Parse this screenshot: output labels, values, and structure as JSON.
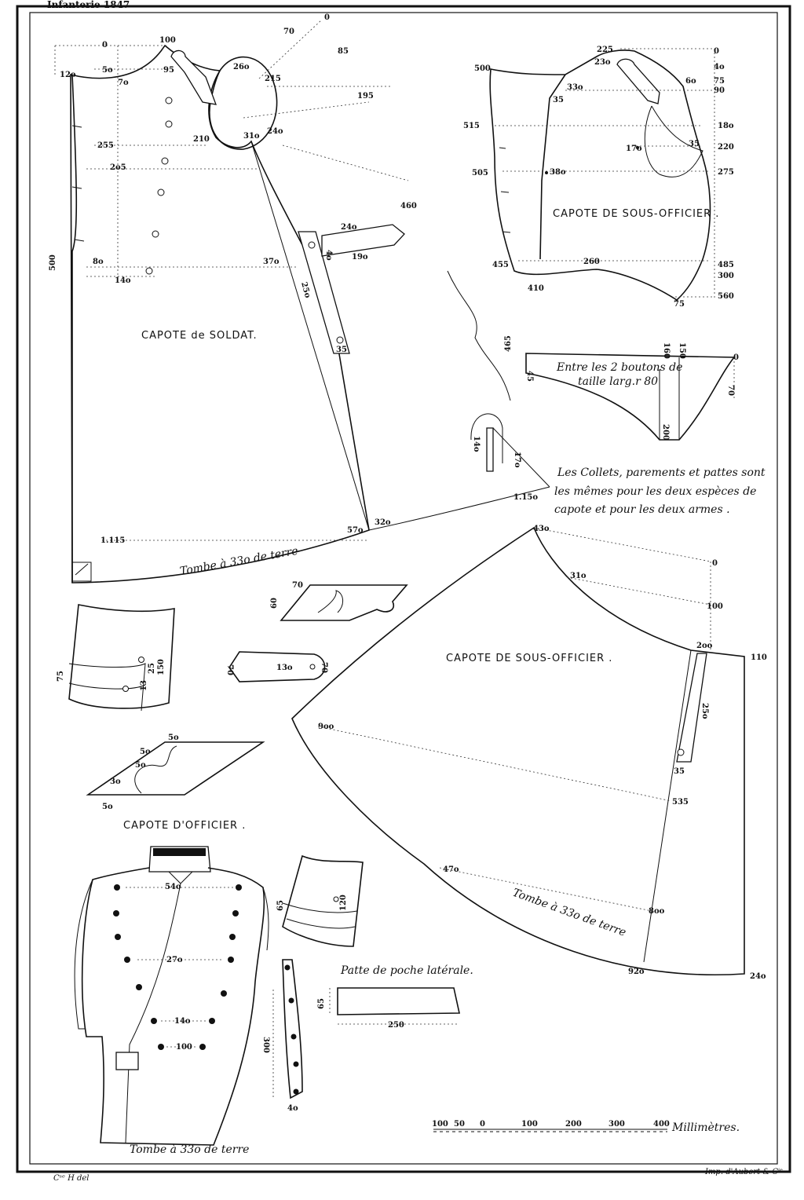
{
  "header": {
    "cut_title": "Infanterie 1847"
  },
  "labels": {
    "capote_soldat": "CAPOTE de SOLDAT.",
    "capote_sous_officier_top": "CAPOTE DE SOUS-OFFICIER .",
    "capote_sous_officier_sleeve": "CAPOTE DE SOUS-OFFICIER .",
    "capote_officier": "CAPOTE D'OFFICIER .",
    "tombe_soldat": "Tombe à 33o de terre",
    "tombe_sous_officier": "Tombe à 33o de terre",
    "tombe_officier": "Tombe à 33o de terre",
    "entre_boutons_1": "Entre les 2 boutons de",
    "entre_boutons_2": "taille larg.r 80",
    "collets_1": "Les Collets, parements et pattes sont",
    "collets_2": "les mêmes pour les deux espèces de",
    "collets_3": "capote et pour les deux armes .",
    "patte_poche": "Patte de poche latérale.",
    "patte_poche_w": "250",
    "patte_poche_h": "65",
    "millimetres": "Millimètres.",
    "footer_left": "Cˢᵉ H del",
    "footer_right": "Imp. d'Aubert & Cⁱᵉ"
  },
  "soldat_dims": [
    "0",
    "100",
    "70",
    "0",
    "85",
    "12o",
    "5o",
    "95",
    "26o",
    "215",
    "7o",
    "195",
    "255",
    "210",
    "31o",
    "24o",
    "2o5",
    "500",
    "8o",
    "37o",
    "14o",
    "1.115",
    "57o",
    "32o",
    "24o",
    "460",
    "4o",
    "19o",
    "25o",
    "35",
    "14o",
    "17o",
    "1.15o"
  ],
  "sous_officier_dims": [
    "225",
    "23o",
    "0",
    "4o",
    "75",
    "90",
    "500",
    "33o",
    "35",
    "6o",
    "515",
    "18o",
    "17o",
    "35",
    "220",
    "505",
    "38o",
    "275",
    "455",
    "260",
    "485",
    "300",
    "410",
    "75",
    "560"
  ],
  "piece_dims": [
    "465",
    "45",
    "160",
    "150",
    "0",
    "70",
    "200"
  ],
  "sleeve_dims": [
    "43o",
    "0",
    "31o",
    "100",
    "2oo",
    "110",
    "9oo",
    "25o",
    "35",
    "535",
    "47o",
    "8oo",
    "92o",
    "24o"
  ],
  "small_dims": [
    "70",
    "60",
    "75",
    "25",
    "150",
    "13",
    "13o",
    "70",
    "70",
    "5o",
    "5o",
    "5o",
    "3o",
    "5o"
  ],
  "officier_dims": [
    "54o",
    "27o",
    "14o",
    "100",
    "65",
    "120",
    "300",
    "4o"
  ],
  "scale": {
    "ticks": [
      "100",
      "50",
      "0",
      "100",
      "200",
      "300",
      "400"
    ]
  }
}
